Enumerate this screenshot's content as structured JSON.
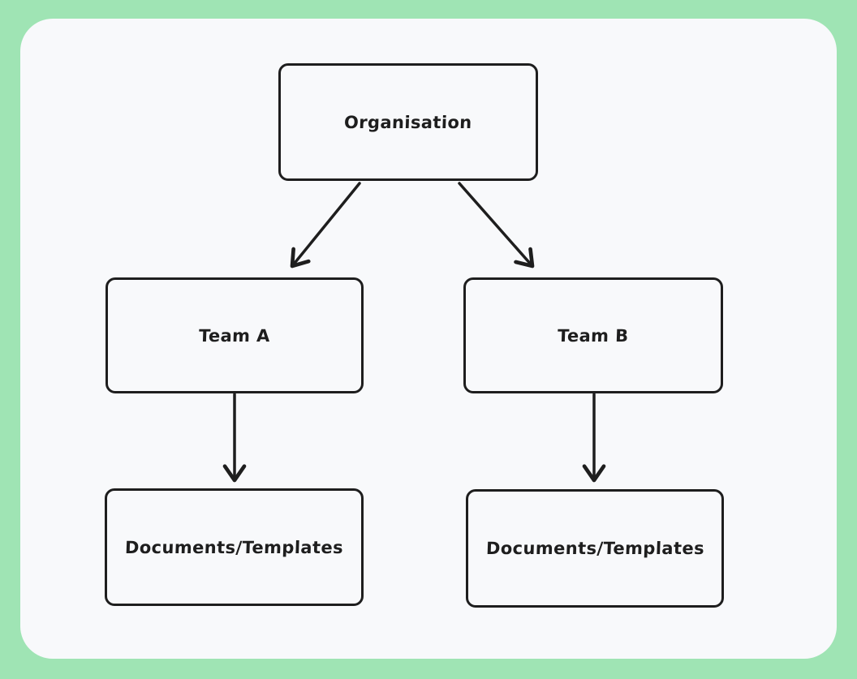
{
  "canvas": {
    "background_color": "#9fe4b4",
    "surface_color": "#f8f9fb",
    "stroke_color": "#1e1e1e"
  },
  "diagram": {
    "type": "flowchart",
    "style": "hand-drawn",
    "nodes": [
      {
        "id": "organisation",
        "label": "Organisation"
      },
      {
        "id": "team-a",
        "label": "Team A"
      },
      {
        "id": "team-b",
        "label": "Team B"
      },
      {
        "id": "documents-templates-a",
        "label": "Documents/Templates"
      },
      {
        "id": "documents-templates-b",
        "label": "Documents/Templates"
      }
    ],
    "edges": [
      {
        "from": "organisation",
        "to": "team-a",
        "style": "arrow"
      },
      {
        "from": "organisation",
        "to": "team-b",
        "style": "arrow"
      },
      {
        "from": "team-a",
        "to": "documents-templates-a",
        "style": "arrow"
      },
      {
        "from": "team-b",
        "to": "documents-templates-b",
        "style": "arrow"
      }
    ]
  }
}
